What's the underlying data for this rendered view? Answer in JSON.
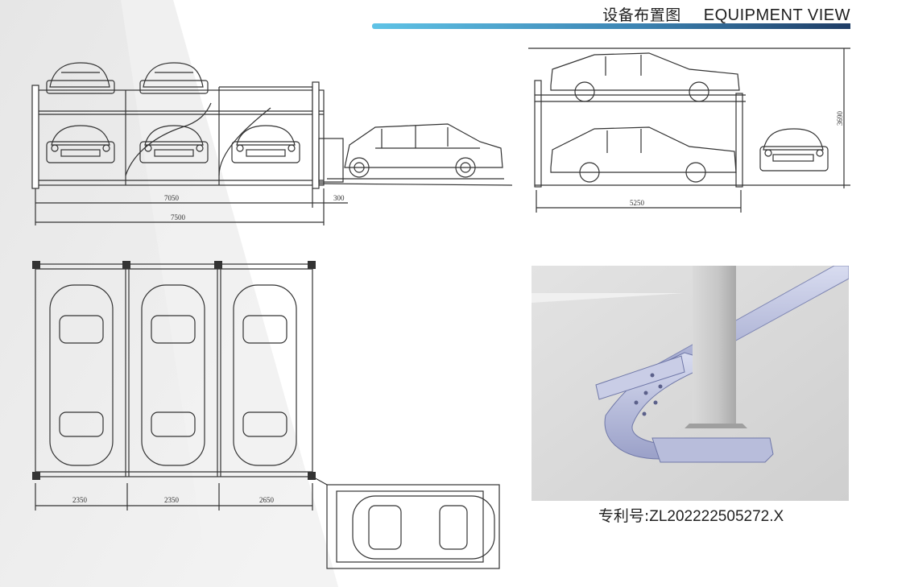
{
  "header": {
    "title_cn": "设备布置图",
    "title_en": "EQUIPMENT VIEW"
  },
  "front_view": {
    "dim_inner": "7050",
    "dim_gap": "300",
    "dim_total": "7500"
  },
  "side_view": {
    "dim_width": "5250",
    "dim_height": "3690"
  },
  "top_view": {
    "dim_bay1": "2350",
    "dim_bay2": "2350",
    "dim_bay3": "2650"
  },
  "patent": {
    "label": "专利号:",
    "number": "ZL202222505272.X"
  },
  "colors": {
    "accent_dark": "#1f3d66",
    "accent_light": "#5fc3e6",
    "line": "#333333"
  }
}
